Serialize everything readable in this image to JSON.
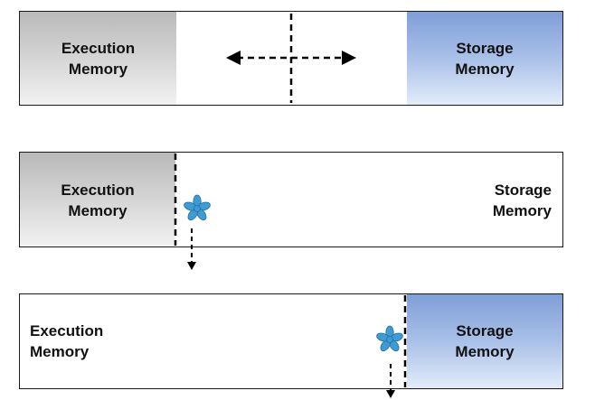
{
  "panels": [
    {
      "execution_label": "Execution\nMemory",
      "storage_label": "Storage\nMemory"
    },
    {
      "execution_label": "Execution\nMemory",
      "storage_label": "Storage\nMemory"
    },
    {
      "execution_label": "Execution\nMemory",
      "storage_label": "Storage\nMemory"
    }
  ],
  "colors": {
    "execution_fill": "#c8c8c8",
    "storage_fill": "#8fadde",
    "splash_icon": "#3f9bd1",
    "border": "#1a1a1a"
  },
  "icons": [
    "double-arrow-icon",
    "splash-icon",
    "down-arrow-icon"
  ]
}
